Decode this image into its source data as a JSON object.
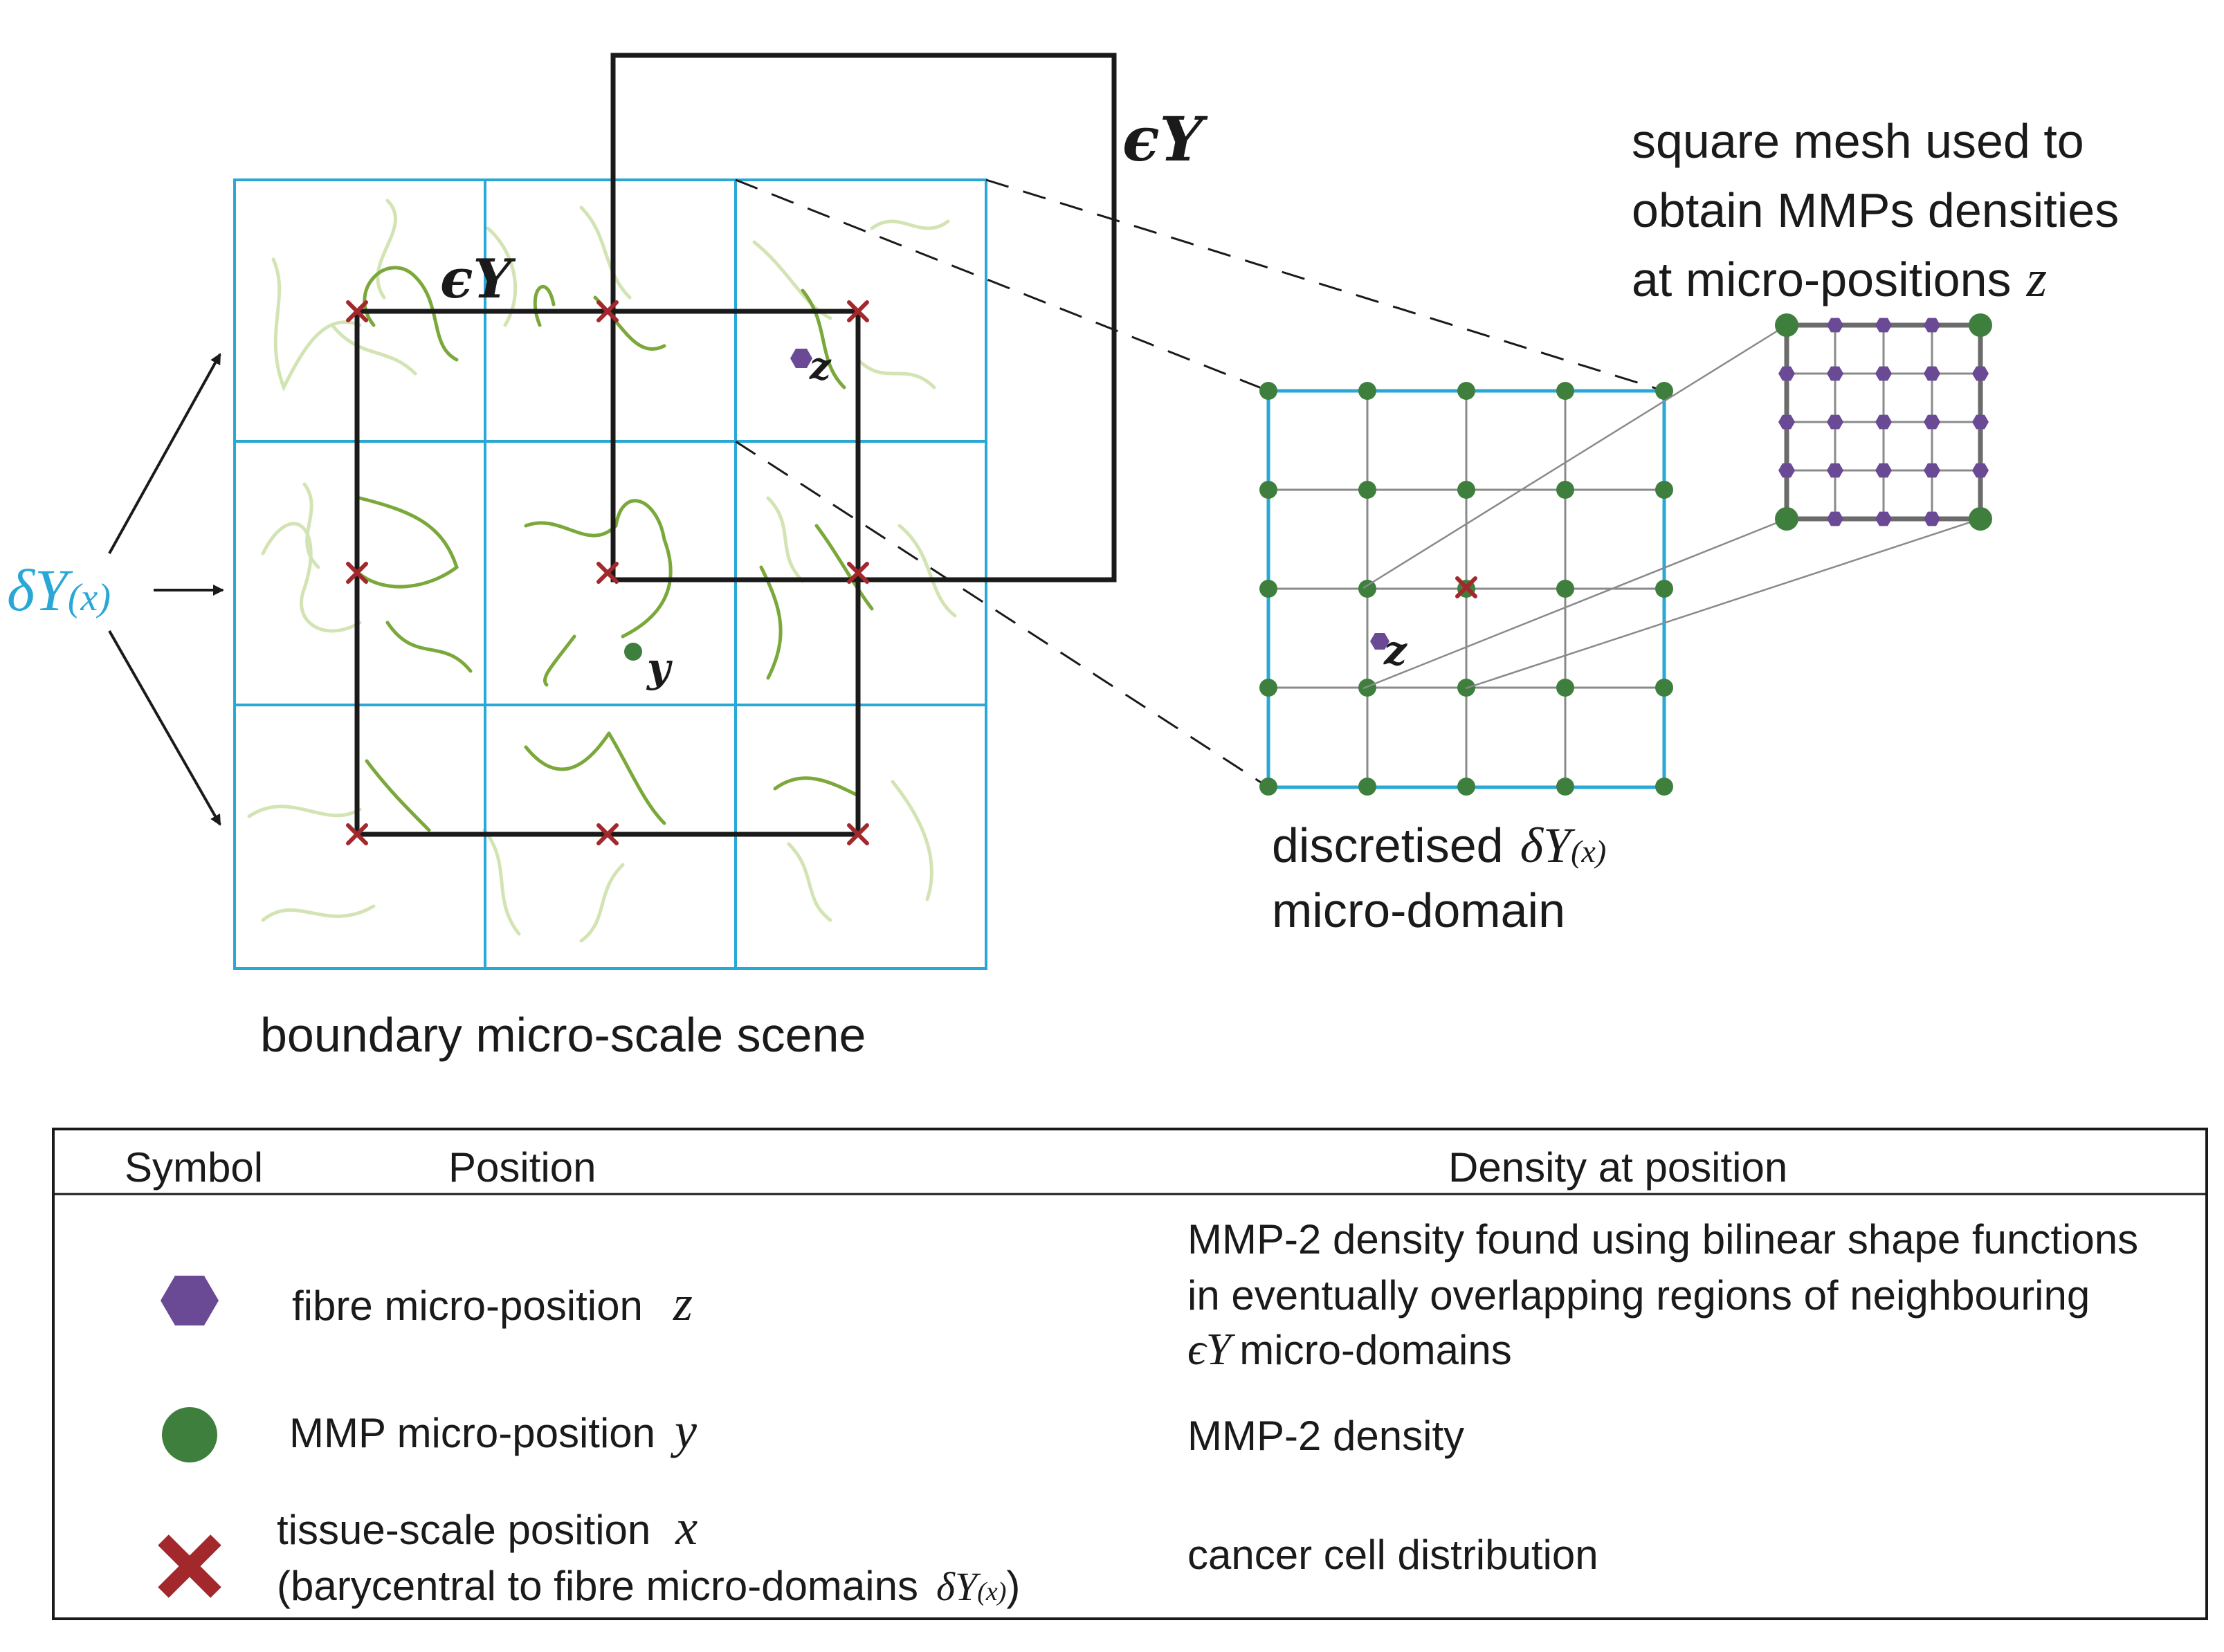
{
  "scene": {
    "caption": "boundary micro-scale scene",
    "epsY_small": "ϵY",
    "epsY_large": "ϵY",
    "z_label": "z",
    "y_label": "y",
    "deltaY_delta": "δY",
    "deltaY_x": "(x)"
  },
  "discretised": {
    "line1_text": "discretised",
    "delta": "δY",
    "x": "(x)",
    "line2": "micro-domain",
    "z_label": "z"
  },
  "square_mesh": {
    "line1": "square mesh used to",
    "line2": "obtain MMPs densities",
    "line3_text": "at micro-positions",
    "line3_var": "z"
  },
  "legend": {
    "headers": {
      "symbol": "Symbol",
      "position": "Position",
      "density": "Density at position"
    },
    "rows": [
      {
        "symbol_icon": "purple-hexagon-icon",
        "position_text": "fibre micro-position",
        "position_var": "z",
        "density_lines": [
          "MMP-2 density found using bilinear shape functions",
          "in eventually overlapping regions of neighbouring"
        ],
        "density_var": "ϵY",
        "density_tail": "micro-domains"
      },
      {
        "symbol_icon": "green-circle-icon",
        "position_text": "MMP micro-position",
        "position_var": "y",
        "density_lines": [
          "MMP-2 density"
        ]
      },
      {
        "symbol_icon": "red-cross-icon",
        "position_text": "tissue-scale position",
        "position_var": "x",
        "position_line2": "(barycentral to fibre micro-domains",
        "position_line2_delta": "δY",
        "position_line2_x": "(x)",
        "position_line2_close": ")",
        "density_lines": [
          "cancer cell distribution"
        ]
      }
    ]
  },
  "colors": {
    "cyan": "#29a8d8",
    "fibre_dark": "#7aa83a",
    "fibre_light": "#d3e4b4",
    "green_node": "#3f7f3e",
    "purple": "#6a4a94",
    "red": "#a3282c",
    "black": "#1a1a1a",
    "mesh_gray": "#8a8a8a"
  }
}
